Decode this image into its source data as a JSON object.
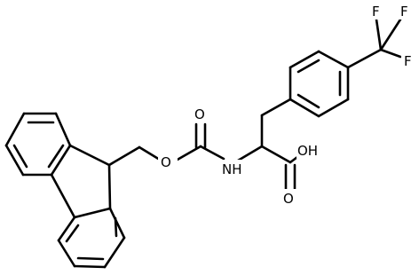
{
  "molecule": {
    "atom_labels": {
      "fluorine_top_left": "F",
      "fluorine_top_right": "F",
      "fluorine_right": "F",
      "ester_oxygen": "O",
      "carbamate_carbonyl_oxygen": "O",
      "amide_nitrogen": "NH",
      "hydroxyl_oxygen": "OH",
      "acid_carbonyl_oxygen": "O"
    }
  }
}
